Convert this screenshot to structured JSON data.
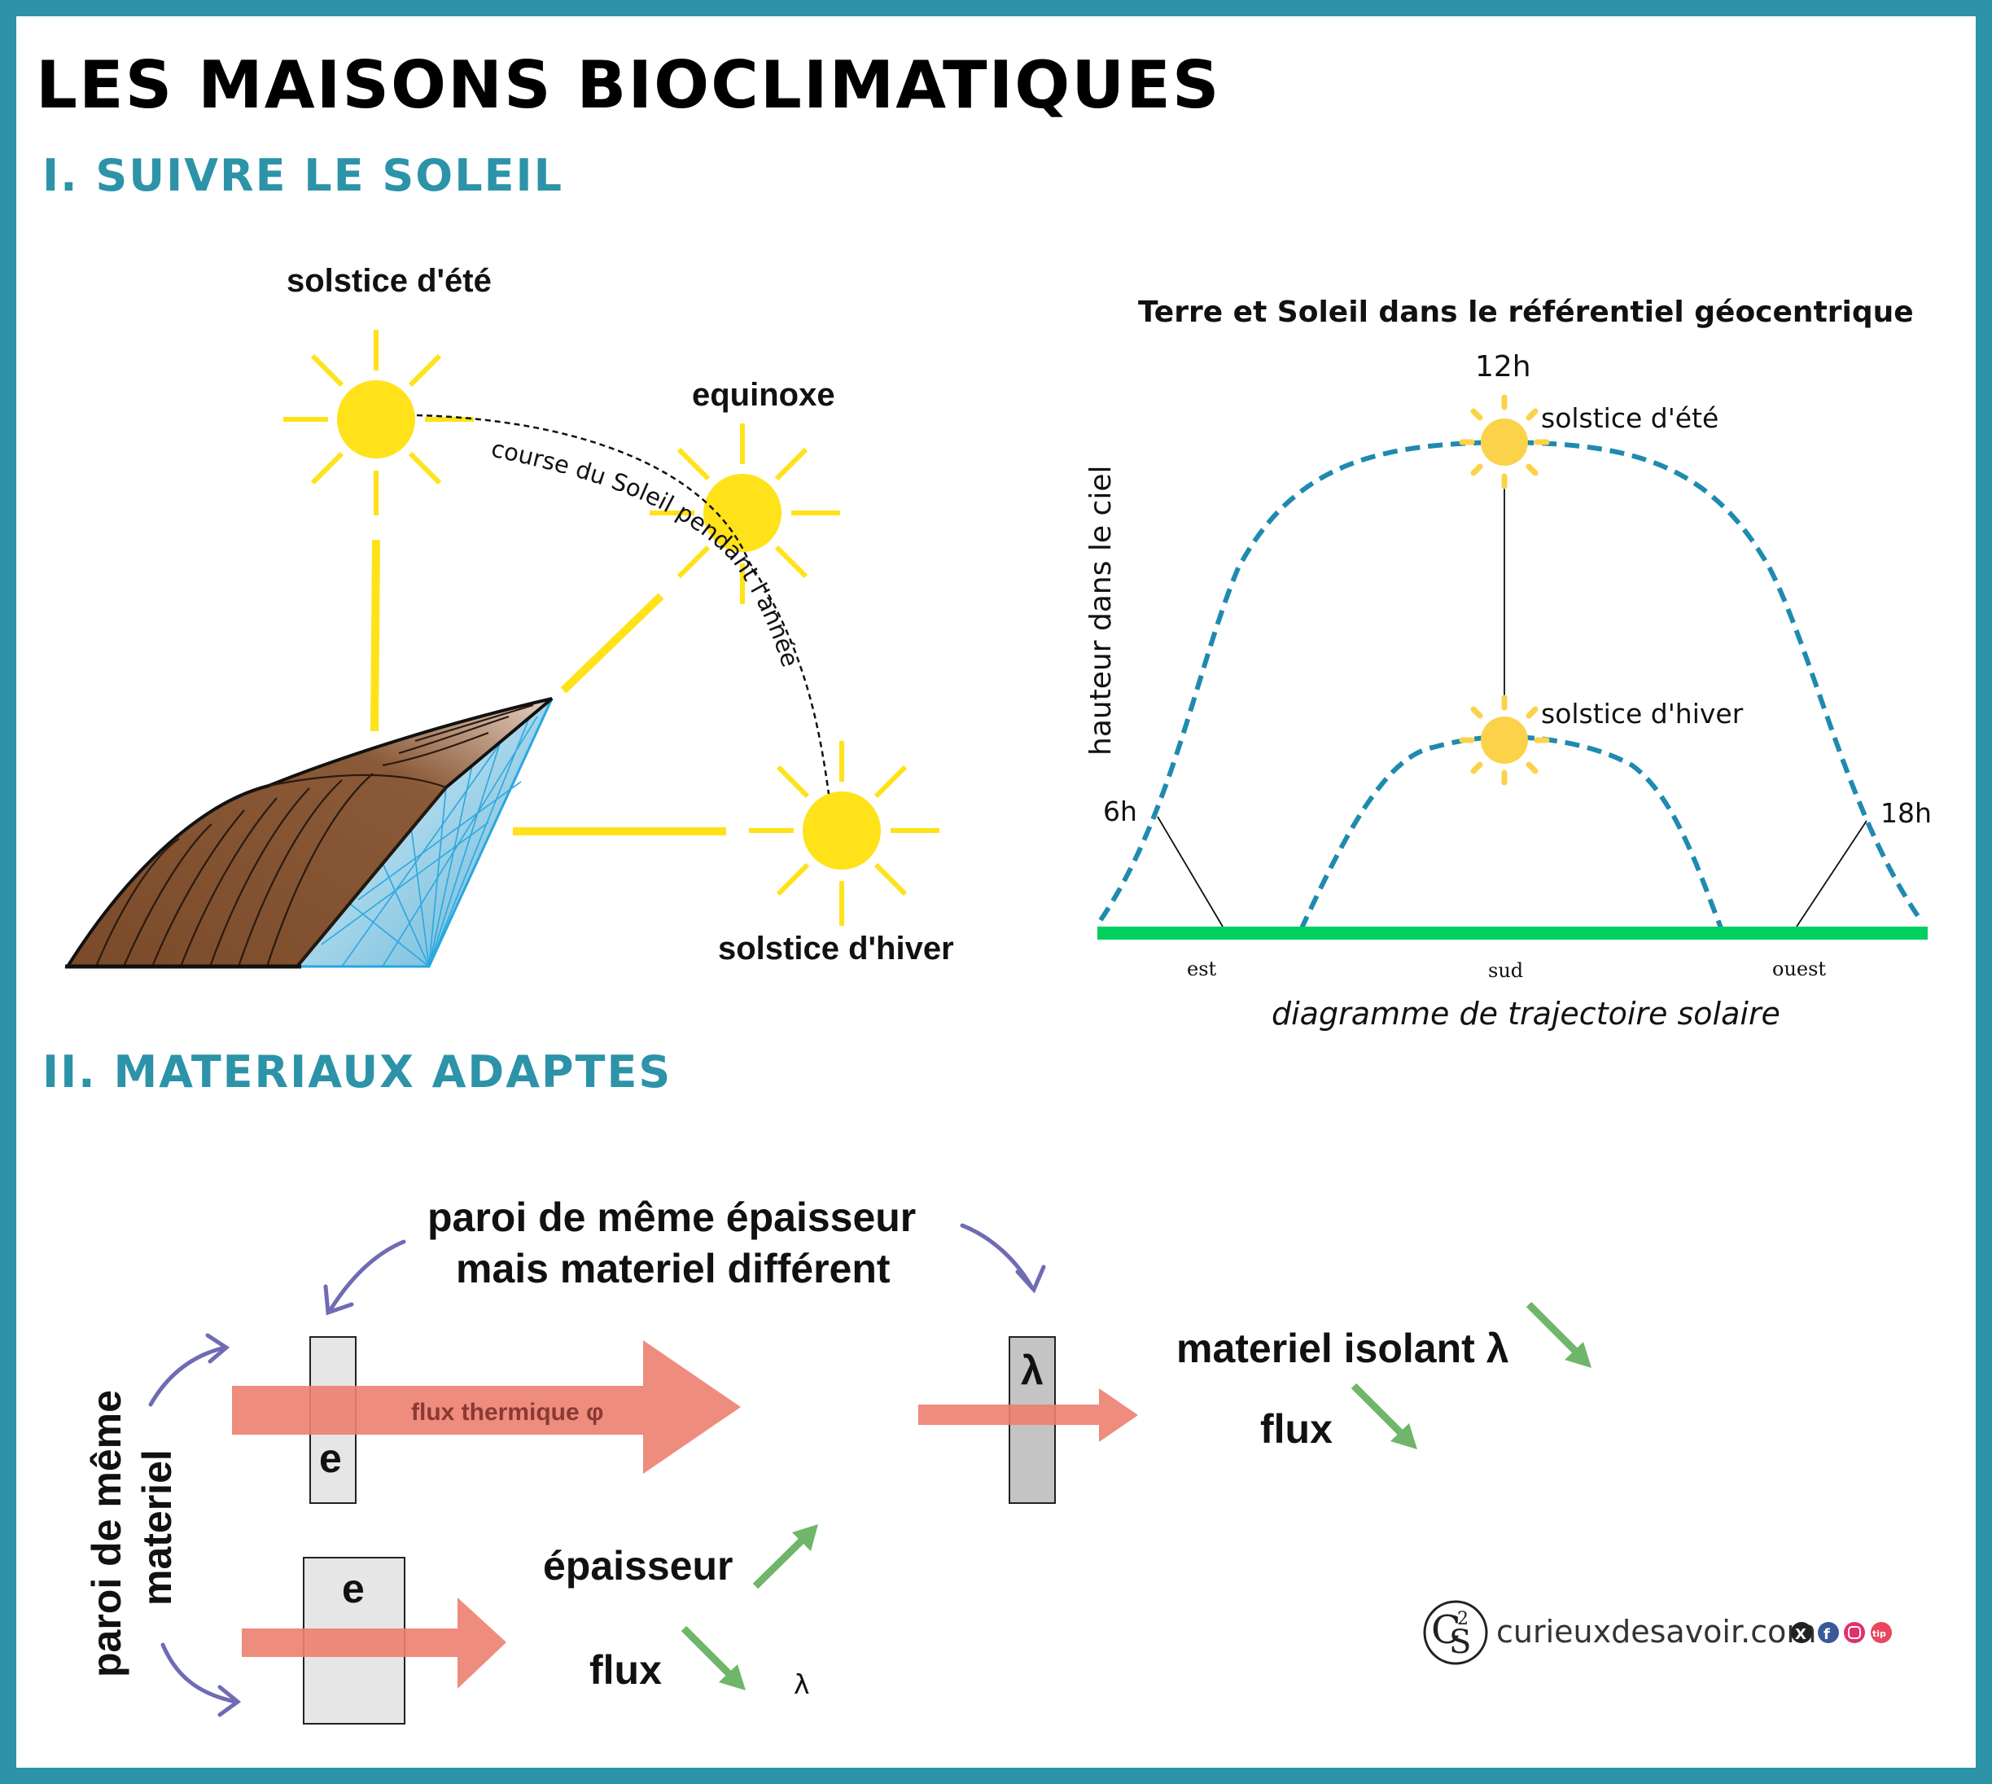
{
  "title": "LES MAISONS BIOCLIMATIQUES",
  "section1": {
    "heading": "I. SUIVRE LE SOLEIL",
    "left": {
      "summer_label": "solstice d'été",
      "equinox_label": "equinoxe",
      "winter_label": "solstice d'hiver",
      "path_label": "course du Soleil pendant l'année"
    },
    "diagram": {
      "title": "Terre et Soleil dans le référentiel géocentrique",
      "noon_label": "12h",
      "summer_label": "solstice d'été",
      "winter_label": "solstice d'hiver",
      "morning_label": "6h",
      "evening_label": "18h",
      "y_axis_label": "hauteur dans le ciel",
      "east_label": "est",
      "south_label": "sud",
      "west_label": "ouest",
      "caption": "diagramme de trajectoire solaire"
    }
  },
  "section2": {
    "heading": "II. MATERIAUX ADAPTES",
    "same_thickness_line1": "paroi de même épaisseur",
    "same_thickness_line2": "mais materiel différent",
    "same_material_line1": "paroi de même",
    "same_material_line2": "materiel",
    "flux_thermique": "flux thermique φ",
    "wall_e_label": "e",
    "wall_e2_label": "e",
    "wall_lambda_label": "λ",
    "isolant_label": "materiel isolant λ",
    "flux_label_right": "flux",
    "epaisseur_label": "épaisseur",
    "flux_label_bottom": "flux",
    "tiny_mark": "λ"
  },
  "logo": {
    "text": "curieuxdesavoir.com",
    "monogram_c": "C",
    "monogram_2": "2",
    "monogram_s": "S",
    "social_x": "X",
    "social_f": "f",
    "social_tip": "tip"
  },
  "colors": {
    "border": "#2c93a8",
    "sun": "#ffe21a",
    "heat_arrow": "#ec8070",
    "green_arrow": "#6fb56a",
    "purple_arrow": "#6f6bb4",
    "ground": "#00d060",
    "path_blue": "#1f8ab0"
  }
}
